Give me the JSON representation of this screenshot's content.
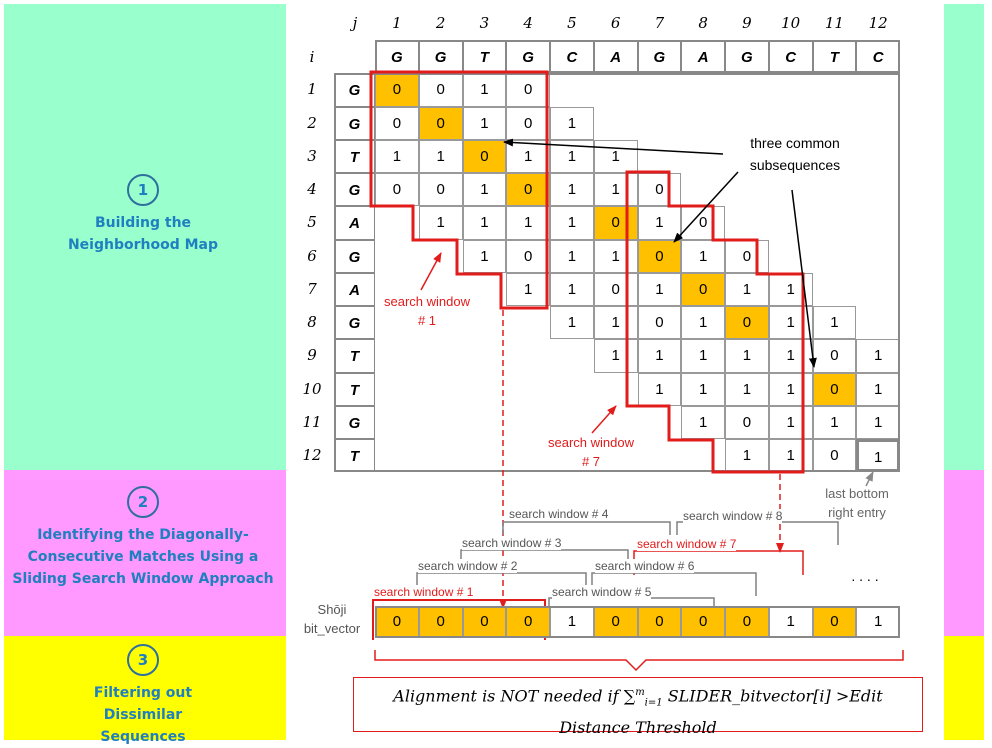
{
  "steps": [
    {
      "number": "1",
      "title": "Building the Neighborhood Map"
    },
    {
      "number": "2",
      "title": "Identifying the Diagonally-Consecutive Matches Using a Sliding Search Window Approach"
    },
    {
      "number": "3",
      "title": "Filtering out Dissimilar Sequences"
    }
  ],
  "colors": {
    "step1": "#99ffcc",
    "step2": "#ff99ff",
    "step3": "#ffff00",
    "match": "#ffc000",
    "window": "#e21b1b",
    "title_text": "#1f7fc0"
  },
  "grid": {
    "j_label": "j",
    "i_label": "i",
    "col_numbers": [
      "1",
      "2",
      "3",
      "4",
      "5",
      "6",
      "7",
      "8",
      "9",
      "10",
      "11",
      "12"
    ],
    "row_numbers": [
      "1",
      "2",
      "3",
      "4",
      "5",
      "6",
      "7",
      "8",
      "9",
      "10",
      "11",
      "12"
    ],
    "ref_seq": [
      "G",
      "G",
      "T",
      "G",
      "C",
      "A",
      "G",
      "A",
      "G",
      "C",
      "T",
      "C"
    ],
    "read_seq": [
      "G",
      "G",
      "T",
      "G",
      "A",
      "G",
      "A",
      "G",
      "T",
      "T",
      "G",
      "T"
    ],
    "rows": [
      [
        [
          "0",
          1
        ],
        [
          "0",
          0
        ],
        [
          "1",
          0
        ],
        [
          "0",
          0
        ]
      ],
      [
        [
          "0",
          0
        ],
        [
          "0",
          1
        ],
        [
          "1",
          0
        ],
        [
          "0",
          0
        ],
        [
          "1",
          0
        ]
      ],
      [
        [
          "1",
          0
        ],
        [
          "1",
          0
        ],
        [
          "0",
          1
        ],
        [
          "1",
          0
        ],
        [
          "1",
          0
        ],
        [
          "1",
          0
        ]
      ],
      [
        [
          "0",
          0
        ],
        [
          "0",
          0
        ],
        [
          "1",
          0
        ],
        [
          "0",
          1
        ],
        [
          "1",
          0
        ],
        [
          "1",
          0
        ],
        [
          "0",
          0
        ]
      ],
      [
        [
          "1",
          0
        ],
        [
          "1",
          0
        ],
        [
          "1",
          0
        ],
        [
          "1",
          0
        ],
        [
          "0",
          1
        ],
        [
          "1",
          0
        ],
        [
          "0",
          0
        ]
      ],
      [
        [
          "1",
          0
        ],
        [
          "0",
          0
        ],
        [
          "1",
          0
        ],
        [
          "1",
          0
        ],
        [
          "0",
          1
        ],
        [
          "1",
          0
        ],
        [
          "0",
          0
        ]
      ],
      [
        [
          "1",
          0
        ],
        [
          "1",
          0
        ],
        [
          "0",
          0
        ],
        [
          "1",
          0
        ],
        [
          "0",
          1
        ],
        [
          "1",
          0
        ],
        [
          "1",
          0
        ]
      ],
      [
        [
          "1",
          0
        ],
        [
          "1",
          0
        ],
        [
          "0",
          0
        ],
        [
          "1",
          0
        ],
        [
          "0",
          1
        ],
        [
          "1",
          0
        ],
        [
          "1",
          0
        ]
      ],
      [
        [
          "1",
          0
        ],
        [
          "1",
          0
        ],
        [
          "1",
          0
        ],
        [
          "1",
          0
        ],
        [
          "1",
          0
        ],
        [
          "0",
          0
        ],
        [
          "1",
          0
        ]
      ],
      [
        [
          "1",
          0
        ],
        [
          "1",
          0
        ],
        [
          "1",
          0
        ],
        [
          "1",
          0
        ],
        [
          "0",
          1
        ],
        [
          "1",
          0
        ]
      ],
      [
        [
          "1",
          0
        ],
        [
          "0",
          0
        ],
        [
          "1",
          0
        ],
        [
          "1",
          0
        ],
        [
          "1",
          0
        ]
      ],
      [
        [
          "1",
          0
        ],
        [
          "1",
          0
        ],
        [
          "0",
          0
        ],
        [
          "1",
          0
        ]
      ]
    ]
  },
  "annotations": {
    "common": "three common subsequences",
    "window1": "search window # 1",
    "window7": "search window # 7",
    "last_entry": "last bottom right entry"
  },
  "windows": [
    "search window # 1",
    "search window # 2",
    "search window # 3",
    "search window # 4",
    "search window # 5",
    "search window # 6",
    "search window # 7",
    "search window # 8"
  ],
  "bitvector": {
    "label": "Shōji bit_vector",
    "values": [
      "0",
      "0",
      "0",
      "0",
      "1",
      "0",
      "0",
      "0",
      "0",
      "1",
      "0",
      "1"
    ],
    "highlight": [
      1,
      1,
      1,
      1,
      0,
      1,
      1,
      1,
      1,
      0,
      1,
      0
    ],
    "ellipsis": ". . . ."
  },
  "formula": {
    "prefix": "Alignment is NOT needed if",
    "sum_sup": "m",
    "sum_sub": "i=1",
    "term": "SLIDER_bitvector[i] >Edit",
    "line2": "Distance Threshold"
  }
}
